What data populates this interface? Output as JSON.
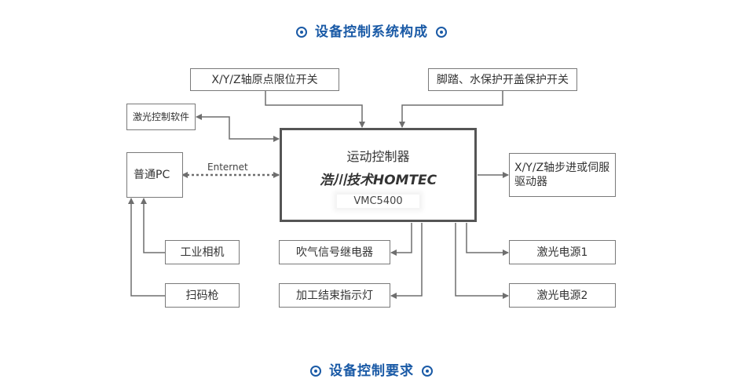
{
  "titles": {
    "top": "设备控制系统构成",
    "bottom": "设备控制要求"
  },
  "controller": {
    "line1": "运动控制器",
    "line2": "浩川技术HOMTEC",
    "line3": "VMC5400"
  },
  "boxes": {
    "limit_switch": "X/Y/Z轴原点限位开关",
    "pedal": "脚踏、水保护开盖保护开关",
    "laser_software": "激光控制软件",
    "pc": "普通PC",
    "servo_driver": "X/Y/Z轴步进或伺服驱动器",
    "camera": "工业相机",
    "scanner": "扫码枪",
    "blow_relay": "吹气信号继电器",
    "finish_light": "加工结束指示灯",
    "laser_power1": "激光电源1",
    "laser_power2": "激光电源2"
  },
  "connection_label": "Enternet",
  "colors": {
    "title": "#1a5aa6",
    "line": "#6e6e6e",
    "border": "#7a7a7a"
  }
}
